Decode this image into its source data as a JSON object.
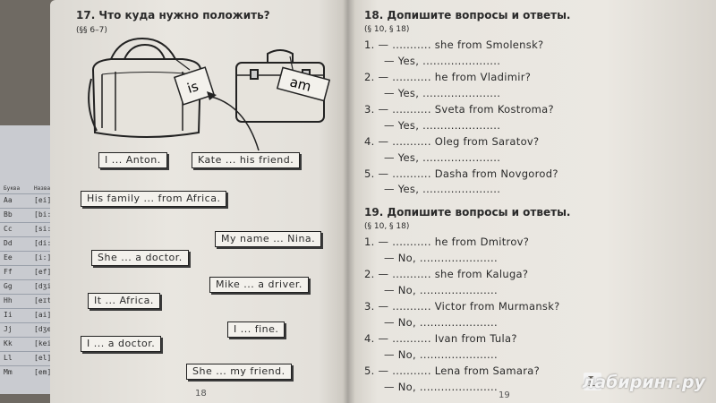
{
  "side_table": {
    "headers": [
      "Буква",
      "Назва"
    ],
    "rows": [
      [
        "Aa",
        "[ei]"
      ],
      [
        "Bb",
        "[bi:]"
      ],
      [
        "Cc",
        "[si:]"
      ],
      [
        "Dd",
        "[di:]"
      ],
      [
        "Ee",
        "[i:]"
      ],
      [
        "Ff",
        "[ef]"
      ],
      [
        "Gg",
        "[dʒi:]"
      ],
      [
        "Hh",
        "[eɪtʃ]"
      ],
      [
        "Ii",
        "[ai]"
      ],
      [
        "Jj",
        "[dʒei]"
      ],
      [
        "Kk",
        "[kei]"
      ],
      [
        "Ll",
        "[el]"
      ],
      [
        "Mm",
        "[em]"
      ]
    ]
  },
  "left_page": {
    "exercise_title": "17. Что куда нужно положить?",
    "exercise_ref": "(§§ 6–7)",
    "bag_tag": "is",
    "case_tag": "am",
    "cards": [
      "I ... Anton.",
      "Kate ... his friend.",
      "His family ... from Africa.",
      "My name ... Nina.",
      "She ... a doctor.",
      "Mike ... a driver.",
      "It ... Africa.",
      "I ... fine.",
      "I ... a doctor.",
      "She ... my friend."
    ],
    "page_number": "18"
  },
  "right_page": {
    "ex18_title": "18. Допишите вопросы и ответы.",
    "ex18_ref": "(§ 10, § 18)",
    "ex18_items": [
      {
        "q": "1. — ........... she from Smolensk?",
        "a": "— Yes, ......................"
      },
      {
        "q": "2. — ........... he from Vladimir?",
        "a": "— Yes, ......................"
      },
      {
        "q": "3. — ........... Sveta from Kostroma?",
        "a": "— Yes, ......................"
      },
      {
        "q": "4. — ........... Oleg from Saratov?",
        "a": "— Yes, ......................"
      },
      {
        "q": "5. — ........... Dasha from Novgorod?",
        "a": "— Yes, ......................"
      }
    ],
    "ex19_title": "19. Допишите вопросы и ответы.",
    "ex19_ref": "(§ 10, § 18)",
    "ex19_items": [
      {
        "q": "1. — ........... he from Dmitrov?",
        "a": "— No, ......................"
      },
      {
        "q": "2. — ........... she from Kaluga?",
        "a": "— No, ......................"
      },
      {
        "q": "3. — ........... Victor from Murmansk?",
        "a": "— No, ......................"
      },
      {
        "q": "4. — ........... Ivan from Tula?",
        "a": "— No, ......................"
      },
      {
        "q": "5. — ........... Lena from Samara?",
        "a": "— No, ......................"
      }
    ],
    "page_number": "19"
  },
  "watermark": {
    "logo_letter": "L",
    "text": "лабиринт.ру"
  }
}
